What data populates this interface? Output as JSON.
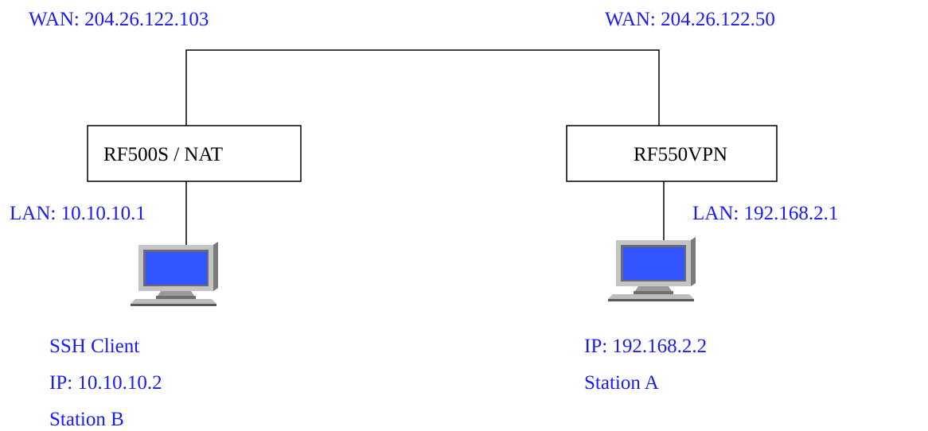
{
  "wan_left": "WAN: 204.26.122.103",
  "wan_right": "WAN: 204.26.122.50",
  "router_left": "RF500S / NAT",
  "router_right": "RF550VPN",
  "lan_left": "LAN: 10.10.10.1",
  "lan_right": "LAN: 192.168.2.1",
  "station_left": {
    "line1": "SSH Client",
    "line2": "IP: 10.10.10.2",
    "line3": "Station B"
  },
  "station_right": {
    "line1": "IP: 192.168.2.2",
    "line2": "Station A"
  },
  "colors": {
    "label_text": "#1a1aff",
    "router_text": "#000000",
    "screen": "#3355ff",
    "monitor_body": "#b8b8b8"
  },
  "icons": [
    "computer-icon",
    "computer-icon"
  ]
}
